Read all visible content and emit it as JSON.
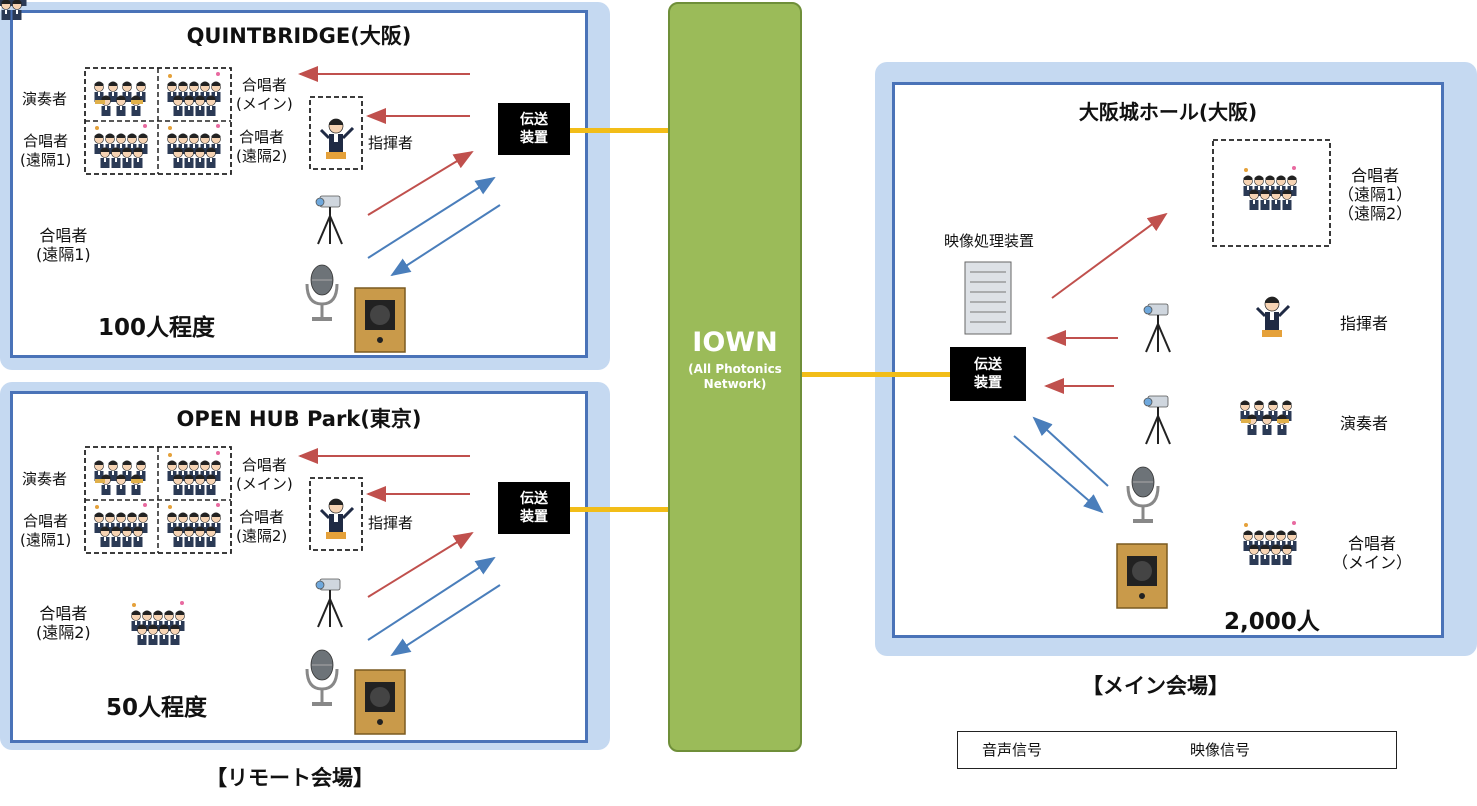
{
  "remote1": {
    "title": "QUINTBRIDGE(大阪)",
    "labels": {
      "performers": "演奏者",
      "chorus_remote1_grid": "合唱者\n(遠隔1)",
      "chorus_main": "合唱者\n(メイン)",
      "chorus_remote2_grid": "合唱者\n(遠隔2)",
      "conductor": "指揮者",
      "local_chorus": "合唱者\n(遠隔1)"
    },
    "transmitter": "伝送\n装置",
    "count": "100人程度"
  },
  "remote2": {
    "title": "OPEN HUB Park(東京)",
    "labels": {
      "performers": "演奏者",
      "chorus_remote1_grid": "合唱者\n(遠隔1)",
      "chorus_main": "合唱者\n(メイン)",
      "chorus_remote2_grid": "合唱者\n(遠隔2)",
      "conductor": "指揮者",
      "local_chorus": "合唱者\n(遠隔2)"
    },
    "transmitter": "伝送\n装置",
    "count": "50人程度"
  },
  "remote_caption": "【リモート会場】",
  "network": {
    "name": "IOWN",
    "subtitle": "(All Photonics\nNetwork)"
  },
  "main_venue": {
    "title": "大阪城ホール(大阪)",
    "video_processor": "映像処理装置",
    "transmitter": "伝送\n装置",
    "labels": {
      "chorus_remote": "合唱者\n（遠隔1）\n（遠隔2）",
      "conductor": "指揮者",
      "performers": "演奏者",
      "chorus_main": "合唱者\n（メイン）"
    },
    "count": "2,000人"
  },
  "main_caption": "【メイン会場】",
  "legend": {
    "audio": "音声信号",
    "video": "映像信号"
  },
  "colors": {
    "audio_arrow": "#4a7ebb",
    "video_arrow": "#c0504d",
    "link": "#f2bd18",
    "network": "#9bbb59",
    "venue_border": "#4a73b8",
    "venue_fill": "#c5d9f1"
  }
}
